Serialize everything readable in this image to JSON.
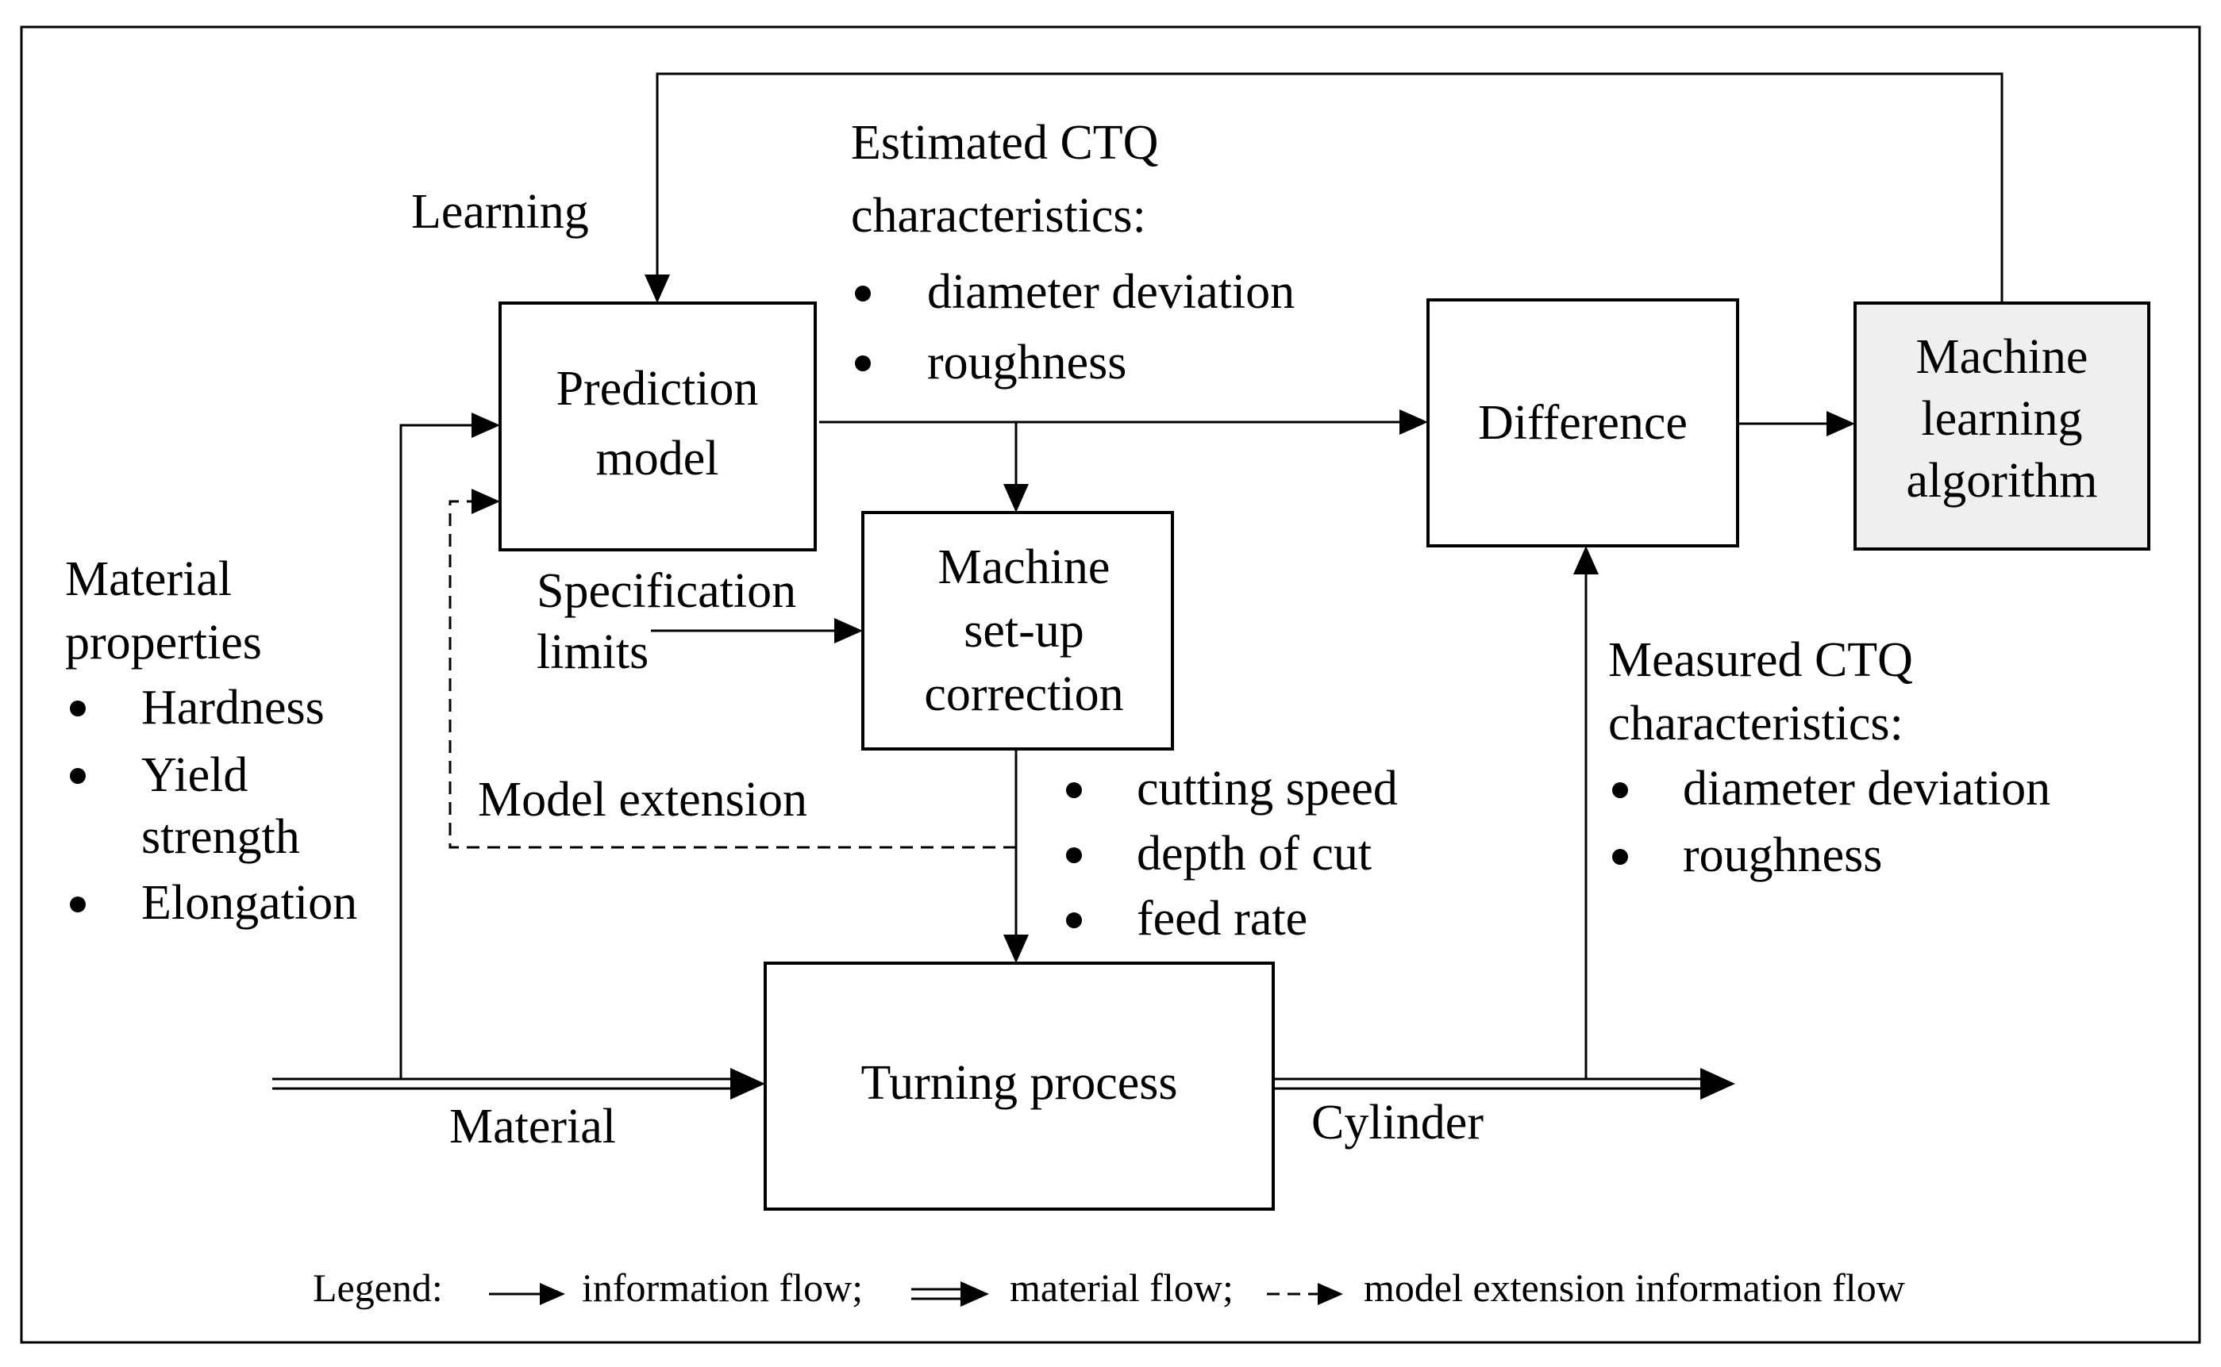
{
  "boxes": {
    "prediction_model": [
      "Prediction",
      "model"
    ],
    "machine_setup": [
      "Machine",
      "set-up",
      "correction"
    ],
    "difference": [
      "Difference"
    ],
    "ml_algorithm": [
      "Machine",
      "learning",
      "algorithm"
    ],
    "turning_process": [
      "Turning process"
    ]
  },
  "labels": {
    "learning": "Learning",
    "estimated_title": [
      "Estimated CTQ",
      "characteristics:"
    ],
    "estimated_items": [
      "diameter deviation",
      "roughness"
    ],
    "material_properties_title": [
      "Material",
      "properties"
    ],
    "material_properties_items": [
      "Hardness",
      "Yield",
      "strength",
      "Elongation"
    ],
    "specification_limits": [
      "Specification",
      "limits"
    ],
    "model_extension": "Model extension",
    "setup_params": [
      "cutting speed",
      "depth of cut",
      "feed rate"
    ],
    "measured_title": [
      "Measured CTQ",
      "characteristics:"
    ],
    "measured_items": [
      "diameter deviation",
      "roughness"
    ],
    "material": "Material",
    "cylinder": "Cylinder"
  },
  "legend": {
    "title": "Legend:",
    "information_flow": "information flow;",
    "material_flow": "material flow;",
    "model_extension_flow": "model extension information flow"
  },
  "colors": {
    "ml_box_fill": "#efefef",
    "stroke": "#000000"
  }
}
